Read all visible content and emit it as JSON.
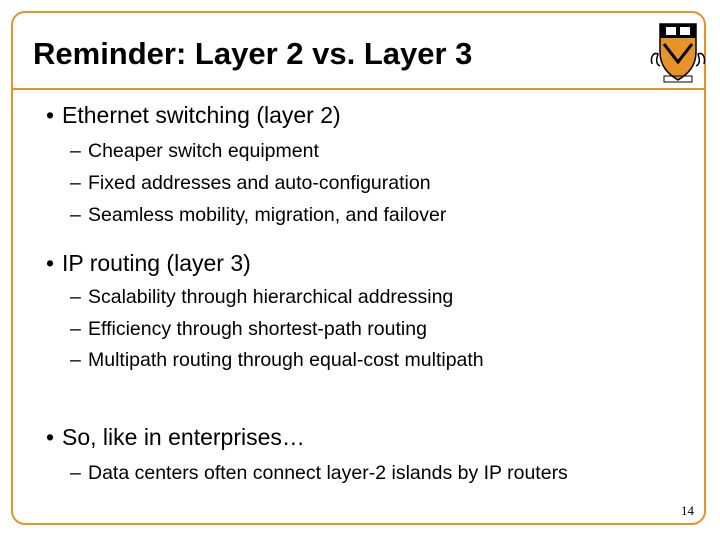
{
  "slide": {
    "title": "Reminder: Layer 2 vs. Layer 3",
    "page_number": "14",
    "accent_color": "#e8922a",
    "logo_icon": "princeton-shield-icon",
    "bullets": [
      {
        "text": "Ethernet switching (layer 2)",
        "subitems": [
          "Cheaper switch equipment",
          "Fixed addresses and auto-configuration",
          "Seamless mobility, migration, and failover"
        ]
      },
      {
        "text": "IP routing (layer 3)",
        "subitems": [
          "Scalability through hierarchical addressing",
          "Efficiency through shortest-path routing",
          "Multipath routing through equal-cost multipath"
        ]
      },
      {
        "text": "So, like in enterprises…",
        "subitems": [
          "Data centers often connect layer-2 islands by IP routers"
        ]
      }
    ]
  }
}
